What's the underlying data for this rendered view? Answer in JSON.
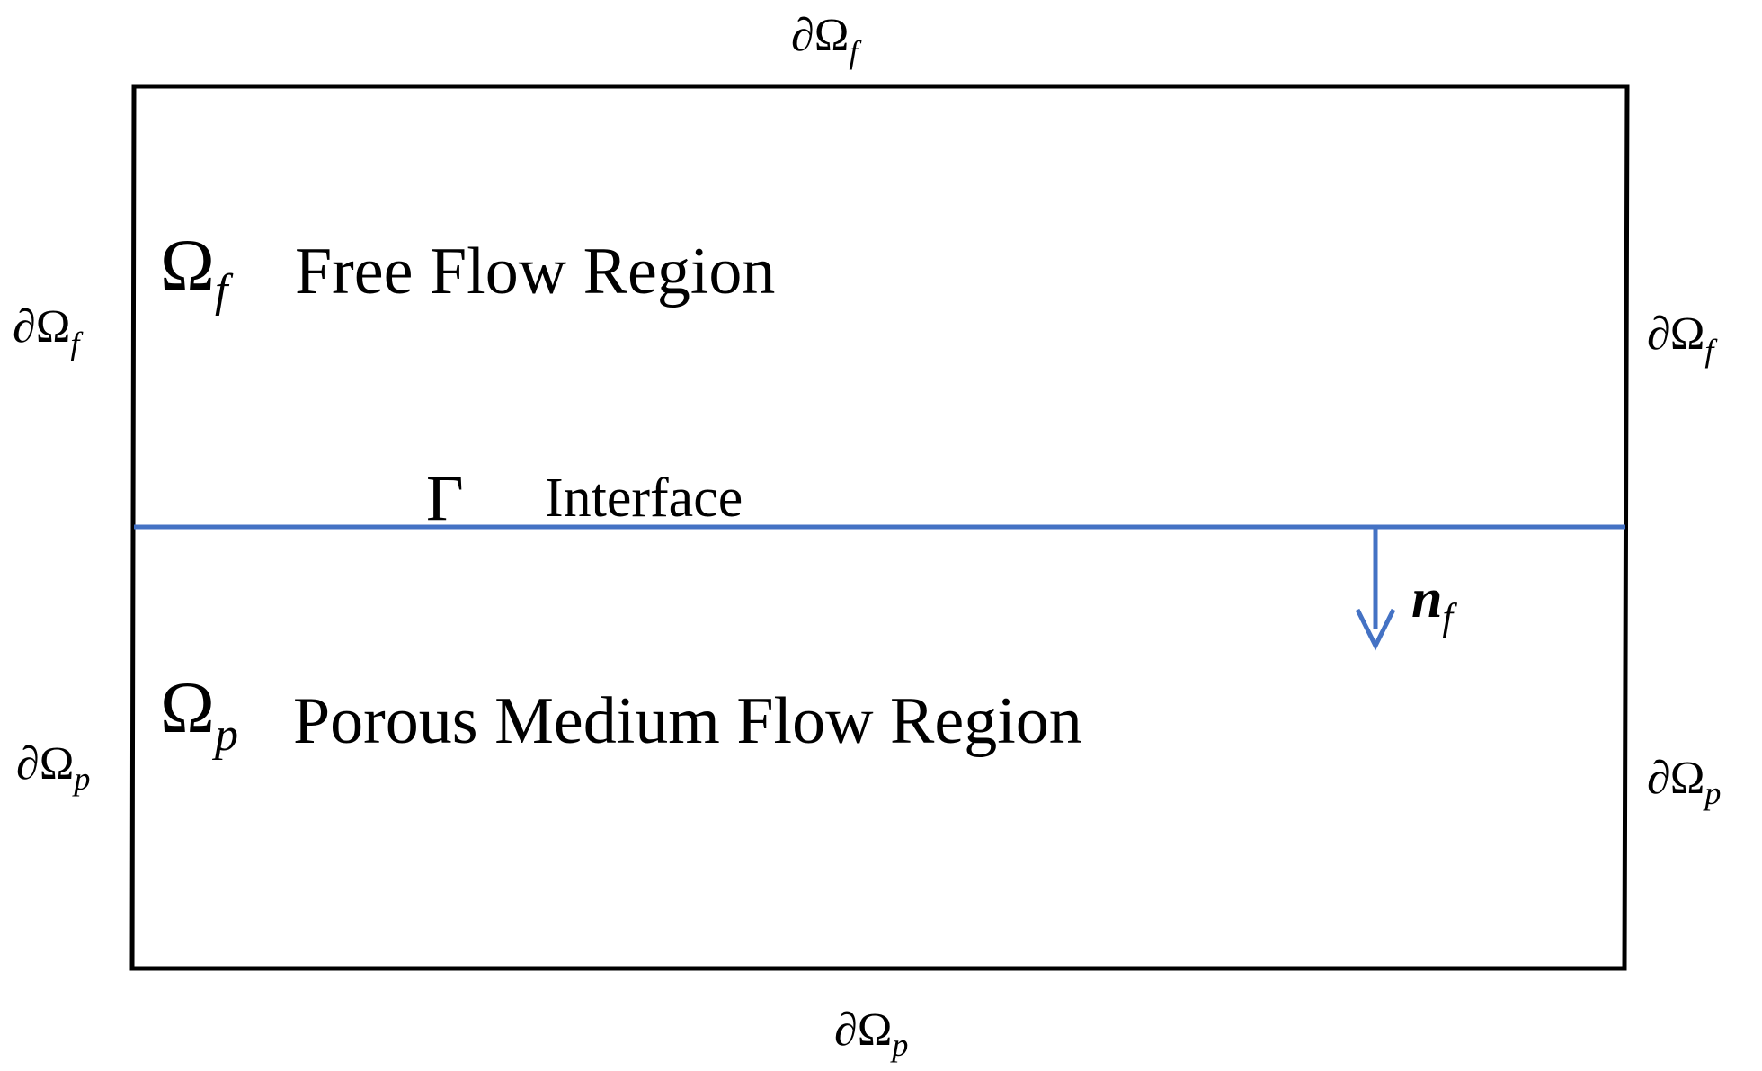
{
  "colors": {
    "boundary": "#000000",
    "interface": "#4472c4",
    "text": "#000000",
    "background": "#ffffff"
  },
  "symbols": {
    "partial": "∂",
    "omega": "Ω",
    "gamma": "Γ",
    "sub_f": "f",
    "sub_p": "p",
    "normal_n": "n"
  },
  "regions": {
    "free": {
      "label": "Free Flow Region"
    },
    "porous": {
      "label": "Porous Medium Flow Region"
    }
  },
  "interface": {
    "label": "Interface"
  }
}
